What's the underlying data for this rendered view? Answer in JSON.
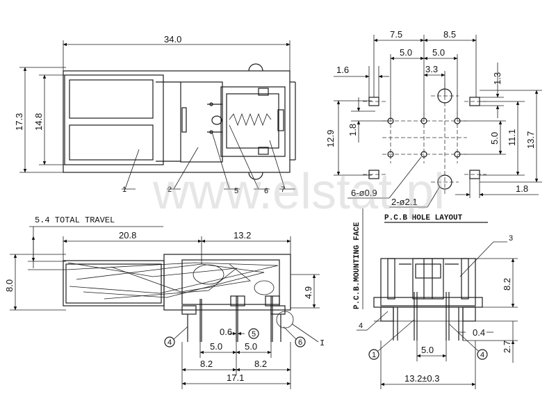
{
  "watermark": "www.elstat.pl",
  "top_view": {
    "dims": {
      "overall_length": "34.0",
      "overall_height": "17.3",
      "inner_height": "14.8"
    },
    "callouts": [
      "1",
      "2",
      "5",
      "6",
      "7"
    ]
  },
  "pcb_layout": {
    "title": "P.C.B HOLE LAYOUT",
    "dims": {
      "d7_5": "7.5",
      "d8_5": "8.5",
      "d5_0a": "5.0",
      "d5_0b": "5.0",
      "d3_3": "3.3",
      "d1_6": "1.6",
      "d1_3": "1.3",
      "d12_9": "12.9",
      "d1_8v": "1.8",
      "d5_0v": "5.0",
      "d11_1": "11.1",
      "d13_7": "13.7",
      "d1_8h": "1.8",
      "holes_small": "6-ø0.9",
      "holes_large": "2-ø2.1"
    }
  },
  "side_view": {
    "travel_label": "5.4 TOTAL TRAVEL",
    "dims": {
      "d20_8": "20.8",
      "d13_2": "13.2",
      "d8_0": "8.0",
      "d4_9": "4.9",
      "d0_6": "0.6",
      "d5_0a": "5.0",
      "d5_0b": "5.0",
      "d8_2a": "8.2",
      "d8_2b": "8.2",
      "d17_1": "17.1"
    },
    "pin_callouts": [
      "4",
      "5",
      "6"
    ],
    "detail_label": "I"
  },
  "front_view": {
    "face_label": "P.C.B.MOUNTING FACE",
    "dims": {
      "d8_2": "8.2",
      "d0_4": "0.4",
      "d2_7": "2.7",
      "d5_0": "5.0",
      "d13_2": "13.2±0.3"
    },
    "callouts": [
      "3",
      "4"
    ],
    "pin_callouts": [
      "1",
      "4"
    ]
  }
}
